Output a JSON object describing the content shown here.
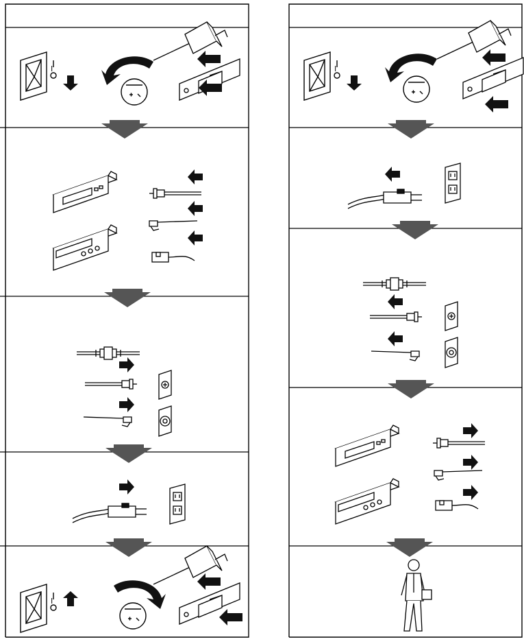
{
  "figure": {
    "kind": "procedure-flow-diagram",
    "line_color": "#000000",
    "fill_color": "#ffffff",
    "arrow_color": "#555555",
    "mark_color": "#111111",
    "switch_mark_on": "I",
    "switch_mark_off": "O",
    "columns": [
      {
        "name": "power-off-and-connect",
        "steps": [
          {
            "name": "turn-off-power",
            "icons": [
              "power-switch-down-icon",
              "knob-turn-left-icon",
              "press-switches-icon"
            ]
          },
          {
            "name": "attach-cables",
            "icons": [
              "device-stack-icon",
              "coax-cable-in-icon",
              "phone-cable-in-icon",
              "signal-cable-in-icon"
            ]
          },
          {
            "name": "connect-cables-to-wall",
            "icons": [
              "coupler-icon",
              "coax-cable-out-icon",
              "phone-cable-out-icon",
              "wall-jack-icon"
            ]
          },
          {
            "name": "plug-into-outlet",
            "icons": [
              "power-plug-in-icon",
              "wall-outlet-icon"
            ]
          },
          {
            "name": "turn-on-power",
            "icons": [
              "power-switch-up-icon",
              "knob-turn-right-icon",
              "press-switches-icon"
            ]
          }
        ]
      },
      {
        "name": "power-off-and-disconnect",
        "steps": [
          {
            "name": "turn-off-power",
            "icons": [
              "power-switch-down-icon",
              "knob-turn-left-icon",
              "press-switches-icon"
            ]
          },
          {
            "name": "unplug-from-outlet",
            "icons": [
              "power-plug-out-icon",
              "wall-outlet-icon"
            ]
          },
          {
            "name": "disconnect-cables-from-wall",
            "icons": [
              "coupler-icon",
              "coax-cable-icon",
              "phone-cable-icon",
              "wall-jack-icon"
            ]
          },
          {
            "name": "detach-cables",
            "icons": [
              "device-stack-icon",
              "coax-cable-out-icon",
              "phone-cable-out-icon",
              "signal-cable-out-icon"
            ]
          },
          {
            "name": "move-system",
            "icons": [
              "person-carrying-icon"
            ]
          }
        ]
      }
    ]
  }
}
